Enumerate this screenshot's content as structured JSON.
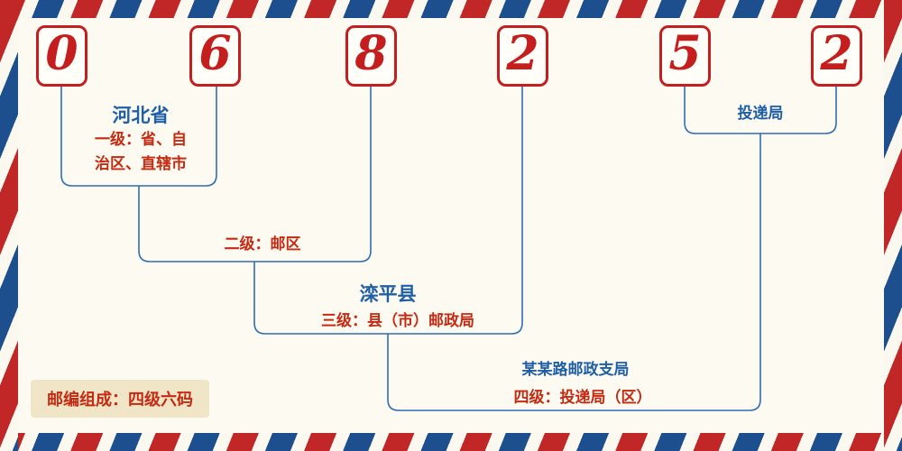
{
  "postal_code": {
    "digits": [
      "0",
      "6",
      "8",
      "2",
      "5",
      "2"
    ]
  },
  "annotations": {
    "level1": {
      "region": "河北省",
      "desc_lines": [
        "一级：省、自",
        "治区、直辖市"
      ]
    },
    "level2": {
      "desc": "二级：邮区"
    },
    "level3": {
      "region": "滦平县",
      "desc": "三级：县（市）邮政局"
    },
    "level4": {
      "branch": "某某路邮政支局",
      "desc": "四级：投递局（区）"
    },
    "delivery": {
      "label": "投递局"
    },
    "footer": {
      "badge": "邮编组成：四级六码"
    }
  },
  "colors": {
    "digit_red": "#c41e1e",
    "stripe_red": "#c22727",
    "stripe_blue": "#1d4f8e",
    "blue_text": "#1f5fa6",
    "red_text": "#c52a12",
    "line_blue": "#2e6db4",
    "badge_bg": "#f0e5c6",
    "background": "#fdfbf1"
  }
}
